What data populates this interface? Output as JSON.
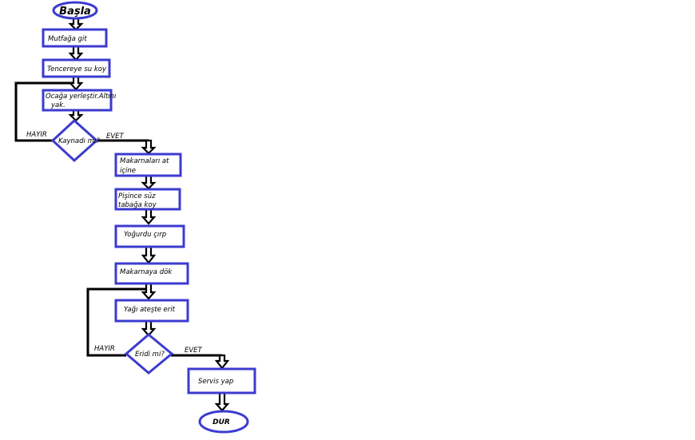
{
  "flowchart": {
    "start": "Başla",
    "end": "DUR",
    "steps": {
      "s1": "Mutfağa git",
      "s2": "Tencereye su koy",
      "s3_line1": "Ocağa yerleştir.Altını",
      "s3_line2": "yak.",
      "d1": "Kaynadı mı?",
      "s4_line1": "Makarnaları at",
      "s4_line2": "içine",
      "s5_line1": "Pişince süz",
      "s5_line2": "tabağa koy",
      "s6": "Yoğurdu çırp",
      "s7": "Makarnaya dök",
      "s8": "Yağı ateşte erit",
      "d2": "Eridi mi?",
      "s9": "Servis yap"
    },
    "edge_labels": {
      "d1_no": "HAYIR",
      "d1_yes": "EVET",
      "d2_no": "HAYIR",
      "d2_yes": "EVET"
    }
  },
  "colors": {
    "shape_border": "#3b3bd0",
    "connector": "#000000",
    "background": "#ffffff"
  }
}
